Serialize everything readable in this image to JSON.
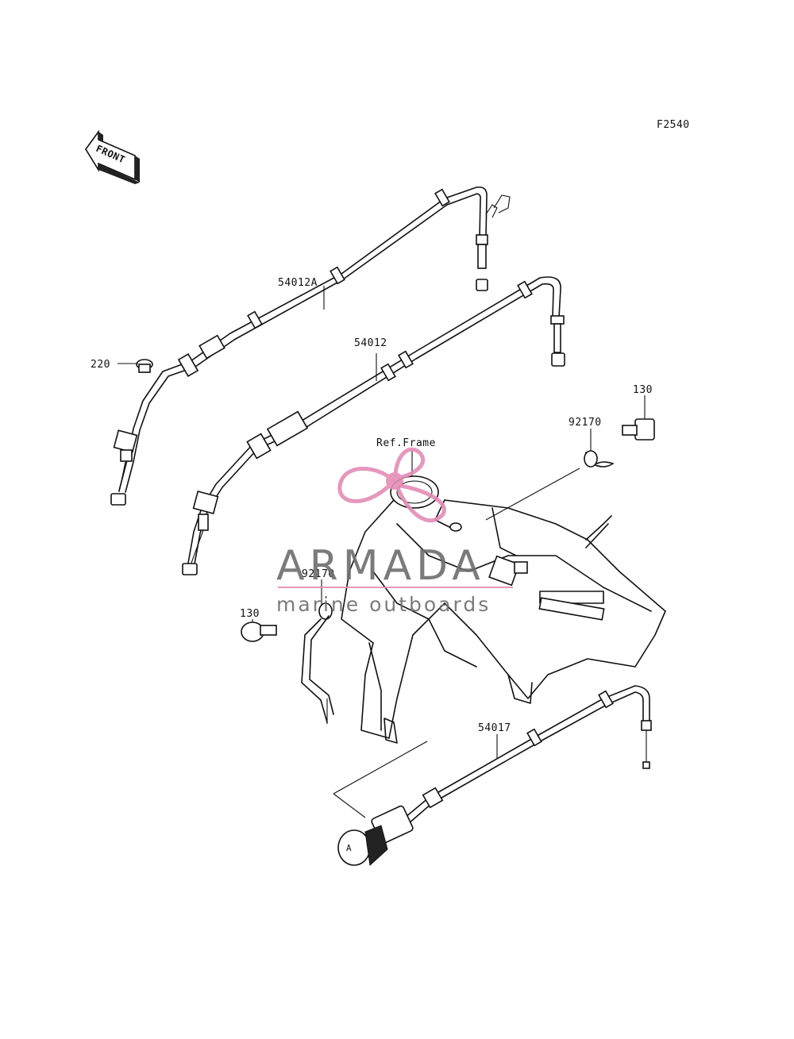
{
  "figure_code": "F2540",
  "front_label": "FRONT",
  "ref_frame_label": "Ref.Frame",
  "parts": {
    "cable_throttle_a": "54012A",
    "cable_throttle": "54012",
    "cable_choke": "54017",
    "clamp_left": "92170",
    "clamp_right": "92170",
    "bolt_left": "130",
    "bolt_right": "130",
    "cap": "220"
  },
  "watermark": {
    "brand": "ARMADA",
    "tagline": "marine outboards",
    "brand_color": "#6d6d6d",
    "logo_color": "#e38cb5"
  }
}
